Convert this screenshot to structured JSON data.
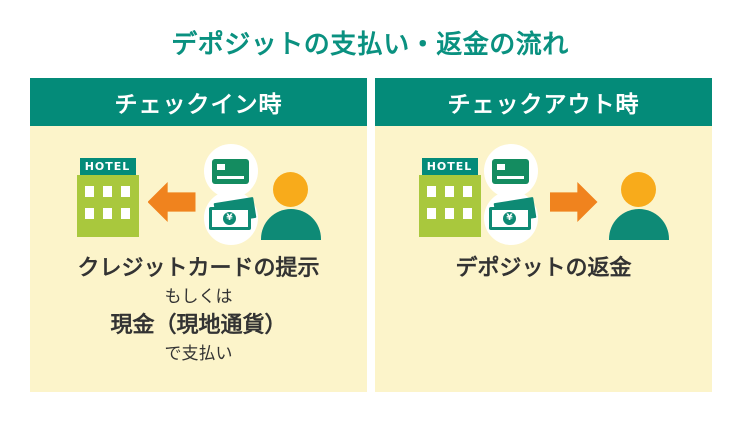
{
  "page": {
    "title": "デポジットの支払い・返金の流れ"
  },
  "shared": {
    "hotel_sign": "HOTEL",
    "yen_symbol": "¥"
  },
  "panels": {
    "checkin": {
      "header": "チェックイン時",
      "line1": "クレジットカードの提示",
      "line2": "もしくは",
      "line3": "現金（現地通貨）",
      "line4": "で支払い"
    },
    "checkout": {
      "header": "チェックアウト時",
      "line1": "デポジットの返金"
    }
  },
  "colors": {
    "header_teal": "#048b79",
    "title_teal": "#0a9180",
    "panel_cream": "#fcf4ca",
    "hotel_green": "#a9c83d",
    "card_green": "#148c60",
    "bill_teal": "#0e8a74",
    "arrow_orange": "#f0831e",
    "head_orange": "#f8ab1b",
    "person_teal": "#0e8a76",
    "text_dark": "#333333"
  }
}
